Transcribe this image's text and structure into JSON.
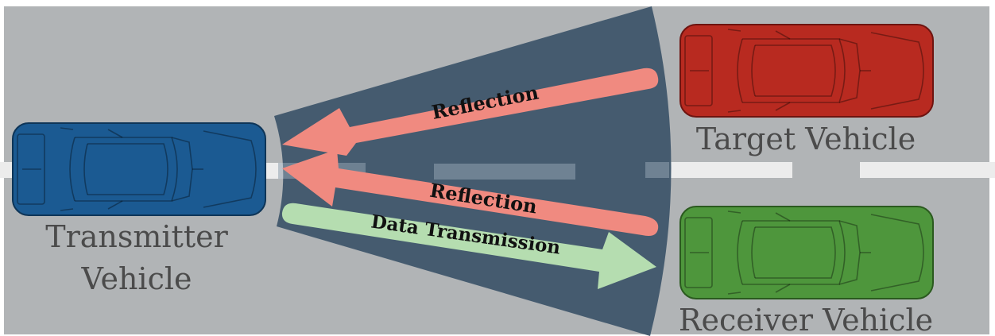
{
  "colors": {
    "road": "#b1b4b6",
    "lane_marking": "#ececec",
    "beam": "#3f566b",
    "reflection_arrow": "#f08a80",
    "data_arrow": "#b5ddb0",
    "transmitter_vehicle": "#1b5a92",
    "target_vehicle": "#b82a20",
    "receiver_vehicle": "#4e963c"
  },
  "icons": {
    "transmitter": "car-top-view-icon",
    "target": "car-top-view-icon",
    "receiver": "car-top-view-icon"
  },
  "labels": {
    "transmitter_line1": "Transmitter",
    "transmitter_line2": "Vehicle",
    "target": "Target Vehicle",
    "receiver": "Receiver Vehicle"
  },
  "arrows": {
    "reflection_upper": "Reflection",
    "reflection_lower": "Reflection",
    "data": "Data Transmission"
  }
}
